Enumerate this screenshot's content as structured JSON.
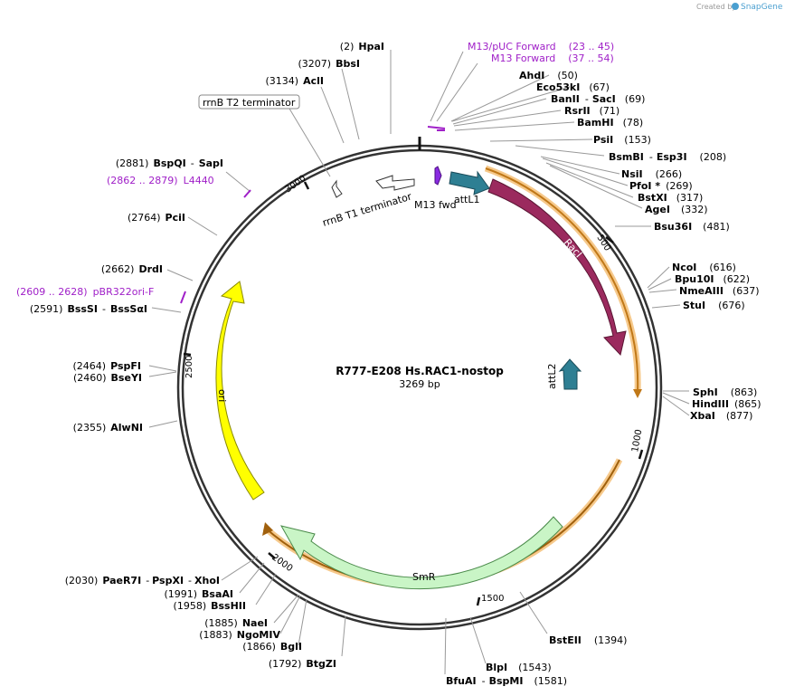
{
  "credit": {
    "prefix": "Created by",
    "brand": "SnapGene"
  },
  "plasmid": {
    "name": "R777-E208 Hs.RAC1-nostop",
    "length_label": "3269 bp"
  },
  "ticks": [
    "500",
    "1000",
    "1500",
    "2000",
    "2500",
    "3000"
  ],
  "features": [
    {
      "name": "RacI",
      "color": "#9b2a5e"
    },
    {
      "name": "attL1",
      "color": "#2e7f93"
    },
    {
      "name": "attL2",
      "color": "#2e7f93"
    },
    {
      "name": "M13 fwd",
      "color": "#8a2be2"
    },
    {
      "name": "rrnB T1 terminator",
      "color": "#ffffff"
    },
    {
      "name": "SmR",
      "color": "#c9f5c6"
    },
    {
      "name": "ori",
      "color": "#ffff00"
    }
  ],
  "boxed_label": "rrnB T2 terminator",
  "sites_left": [
    {
      "pos": "(2)",
      "name": "HpaI"
    },
    {
      "pos": "(3207)",
      "name": "BbsI"
    },
    {
      "pos": "(3134)",
      "name": "AclI"
    },
    {
      "pos": "(2881)",
      "name": "BspQI",
      "name2": "SapI"
    },
    {
      "pos": "(2764)",
      "name": "PciI"
    },
    {
      "pos": "(2662)",
      "name": "DrdI"
    },
    {
      "pos": "(2591)",
      "name": "BssSI",
      "name2": "BssSαI"
    },
    {
      "pos": "(2464)",
      "name": "PspFI"
    },
    {
      "pos": "(2460)",
      "name": "BseYI"
    },
    {
      "pos": "(2355)",
      "name": "AlwNI"
    },
    {
      "pos": "(2030)",
      "name": "PaeR7I",
      "name2": "PspXI",
      "name3": "XhoI"
    },
    {
      "pos": "(1991)",
      "name": "BsaAI"
    },
    {
      "pos": "(1958)",
      "name": "BssHII"
    },
    {
      "pos": "(1885)",
      "name": "NaeI"
    },
    {
      "pos": "(1883)",
      "name": "NgoMIV"
    },
    {
      "pos": "(1866)",
      "name": "BglI"
    },
    {
      "pos": "(1792)",
      "name": "BtgZI"
    }
  ],
  "sites_right": [
    {
      "name": "AhdI",
      "pos": "(50)"
    },
    {
      "name": "Eco53kI",
      "pos": "(67)"
    },
    {
      "name": "BanII",
      "name2": "SacI",
      "pos": "(69)"
    },
    {
      "name": "RsrII",
      "pos": "(71)"
    },
    {
      "name": "BamHI",
      "pos": "(78)"
    },
    {
      "name": "PsiI",
      "pos": "(153)"
    },
    {
      "name": "BsmBI",
      "name2": "Esp3I",
      "pos": "(208)"
    },
    {
      "name": "NsiI",
      "pos": "(266)"
    },
    {
      "name": "PfoI *",
      "pos": "(269)"
    },
    {
      "name": "BstXI",
      "pos": "(317)"
    },
    {
      "name": "AgeI",
      "pos": "(332)"
    },
    {
      "name": "Bsu36I",
      "pos": "(481)"
    },
    {
      "name": "NcoI",
      "pos": "(616)"
    },
    {
      "name": "Bpu10I",
      "pos": "(622)"
    },
    {
      "name": "NmeAIII",
      "pos": "(637)"
    },
    {
      "name": "StuI",
      "pos": "(676)"
    },
    {
      "name": "SphI",
      "pos": "(863)"
    },
    {
      "name": "HindIII",
      "pos": "(865)"
    },
    {
      "name": "XbaI",
      "pos": "(877)"
    },
    {
      "name": "BstEII",
      "pos": "(1394)"
    },
    {
      "name": "BlpI",
      "pos": "(1543)"
    },
    {
      "name": "BfuAI",
      "name2": "BspMI",
      "pos": "(1581)"
    }
  ],
  "primers": [
    {
      "name": "M13/pUC Forward",
      "range": "(23 .. 45)"
    },
    {
      "name": "M13 Forward",
      "range": "(37 .. 54)"
    },
    {
      "name": "L4440",
      "range": "(2862 .. 2879)"
    },
    {
      "name": "pBR322ori-F",
      "range": "(2609 .. 2628)"
    }
  ]
}
